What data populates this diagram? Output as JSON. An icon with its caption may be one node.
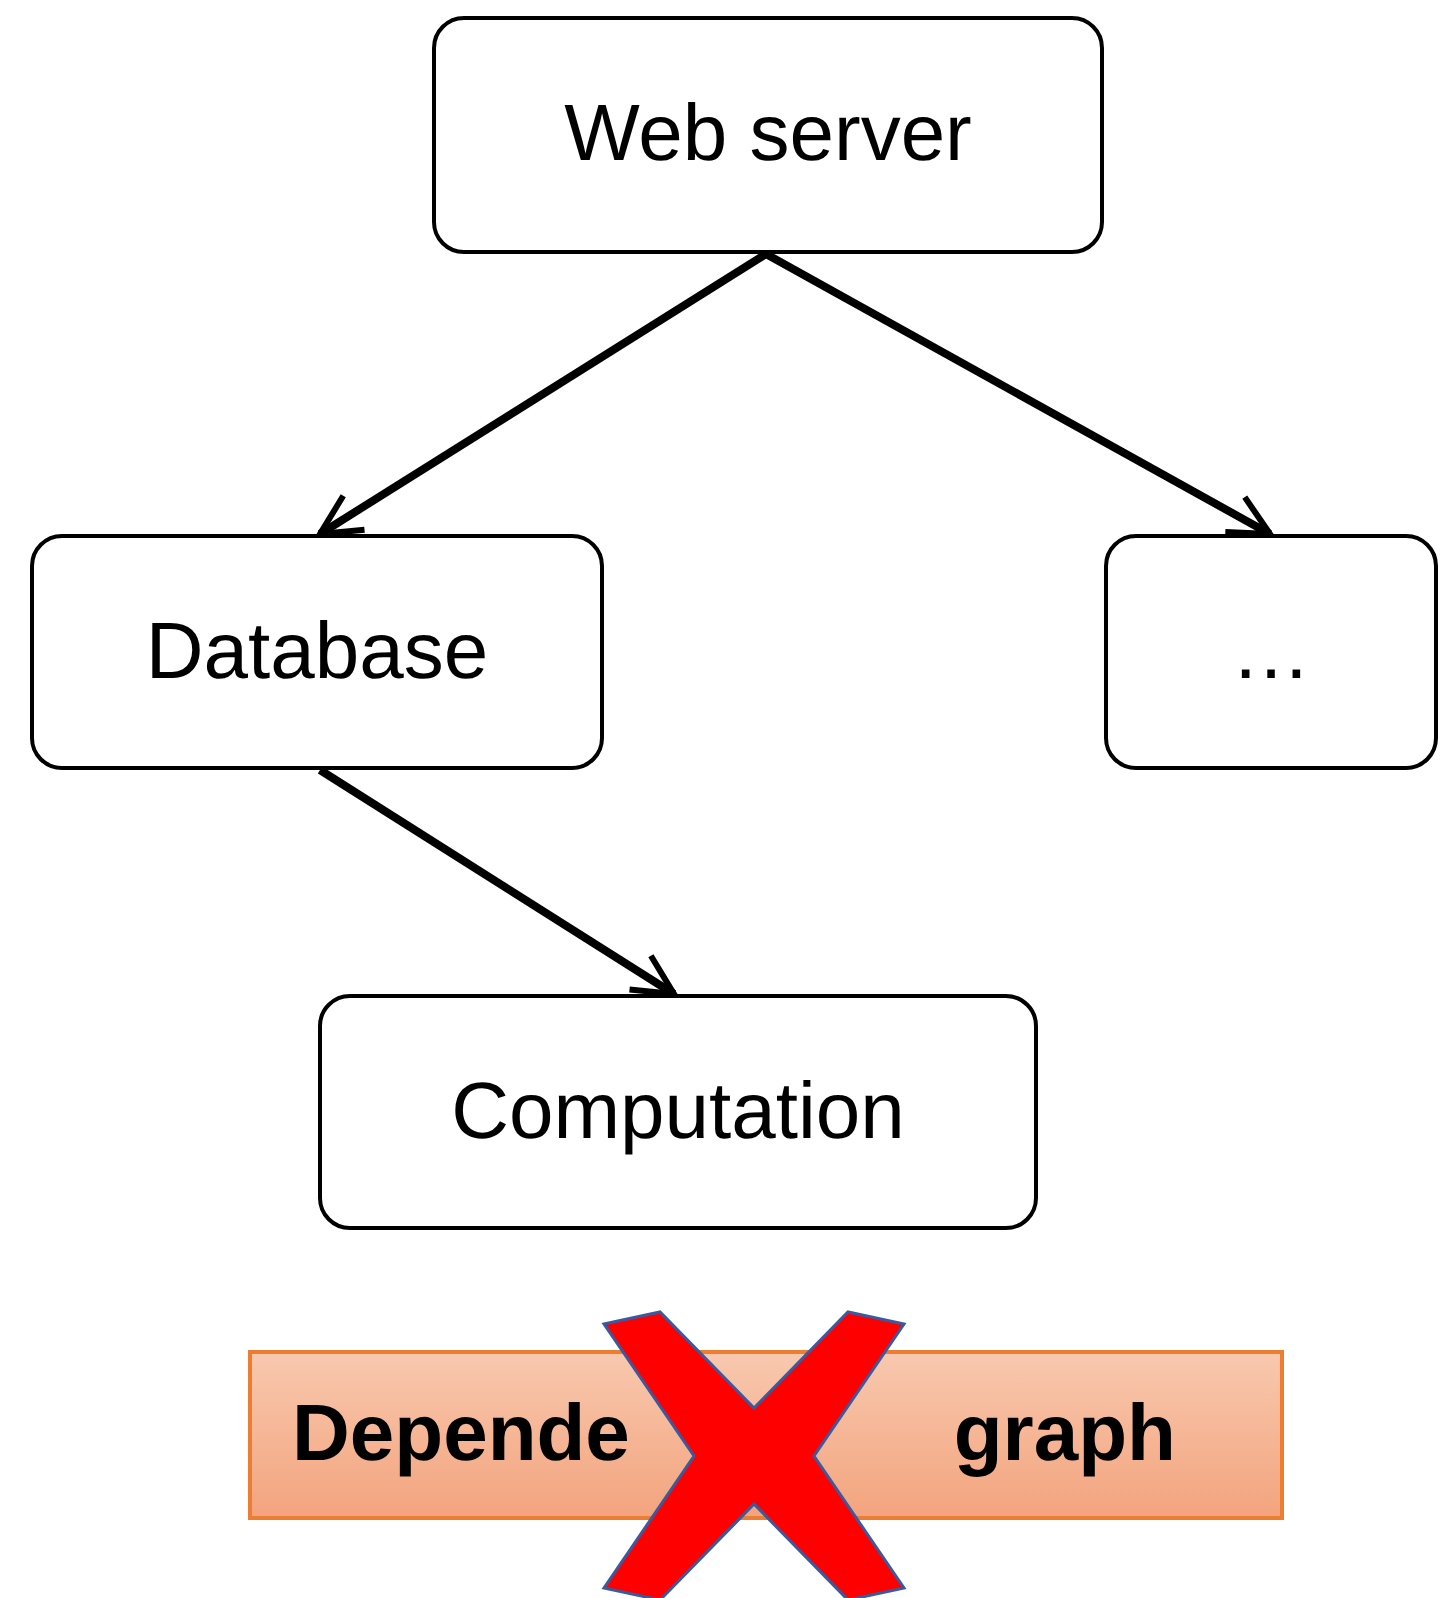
{
  "diagram": {
    "nodes": [
      {
        "text": [
          "Web server"
        ]
      },
      {
        "text": [
          "Database"
        ]
      },
      {
        "text": [
          "…"
        ]
      },
      {
        "text": [
          "Computation"
        ]
      },
      {
        "text": [
          "Depende",
          "graph"
        ]
      }
    ],
    "edges": [
      {
        "from": 0,
        "to": 1,
        "arrow": "to"
      },
      {
        "from": 0,
        "to": 2,
        "arrow": "to"
      },
      {
        "from": 1,
        "to": 3,
        "arrow": "to"
      }
    ]
  }
}
